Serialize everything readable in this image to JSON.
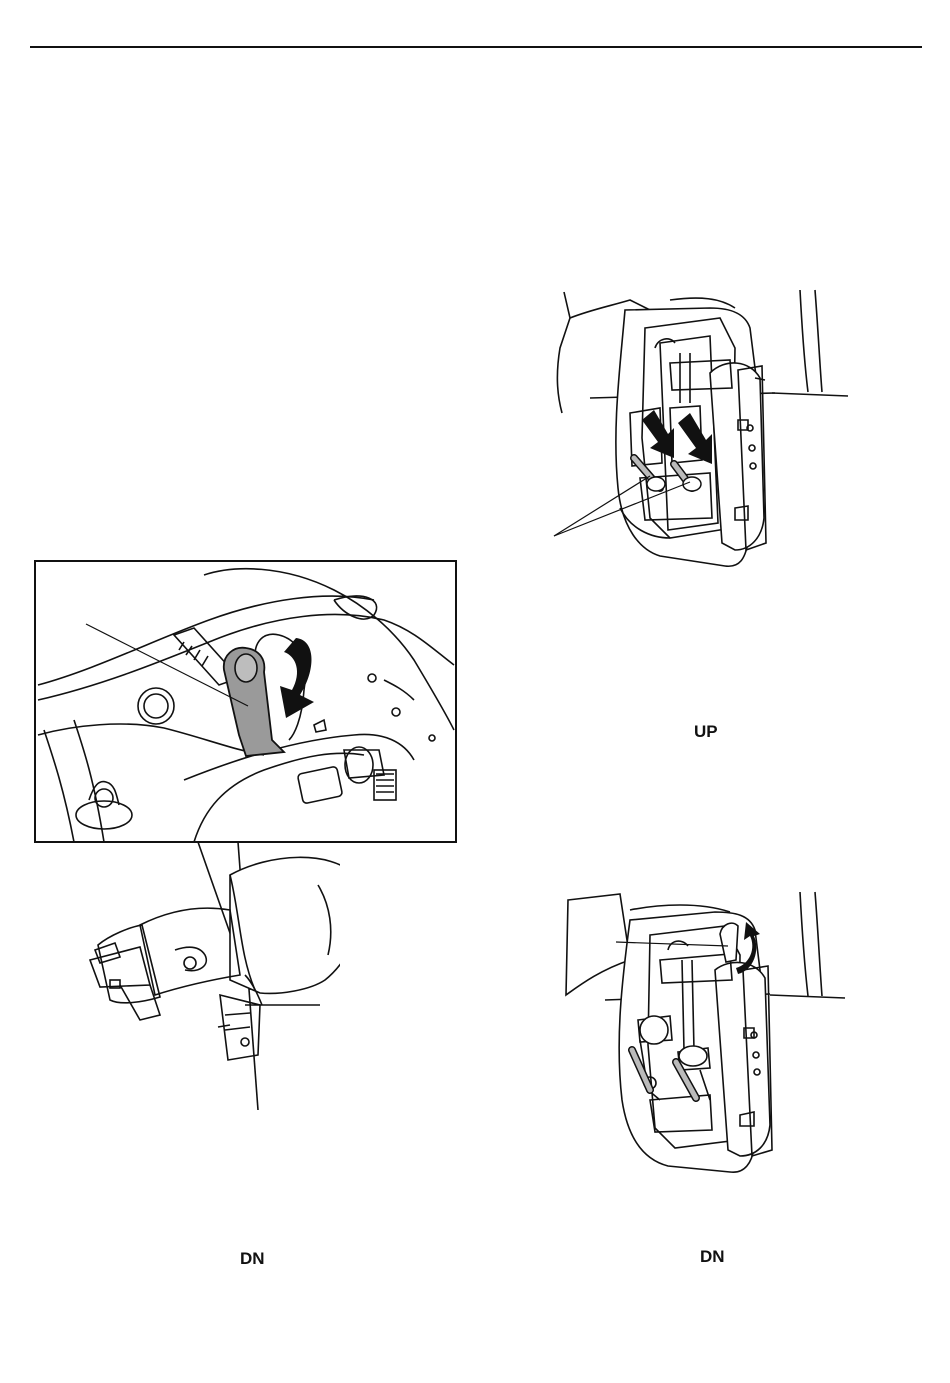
{
  "labels": {
    "up": "UP",
    "dn_left": "DN",
    "dn_right": "DN"
  },
  "figures": [
    {
      "name": "tilt-support-lever-detail",
      "icon": "lever-down-arrow-illustration"
    },
    {
      "name": "outboard-tilted-up",
      "icon": "outboard-motor-illustration"
    },
    {
      "name": "bracket-up-position",
      "icon": "clamp-bracket-illustration"
    },
    {
      "name": "bracket-down-position",
      "icon": "clamp-bracket-illustration"
    }
  ]
}
